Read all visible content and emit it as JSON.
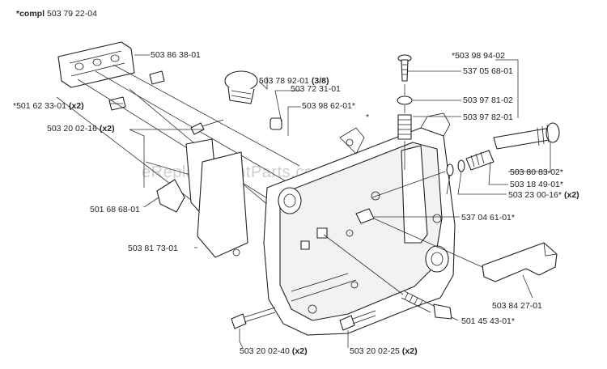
{
  "title": {
    "prefix": "*compl",
    "number": "503 79 22-04"
  },
  "watermark": "eReplacementParts.com",
  "labels": [
    {
      "num": "503 86 38-01",
      "qty": ""
    },
    {
      "num": "503 78 92-01",
      "qty": "(3/8)"
    },
    {
      "num": "503 72 31-01",
      "qty": ""
    },
    {
      "num": "*501 62 33-01",
      "qty": "(x2)"
    },
    {
      "num": "503 98 62-01*",
      "qty": ""
    },
    {
      "num": "503 20 02-16",
      "qty": "(x2)"
    },
    {
      "num": "501 68 68-01",
      "qty": ""
    },
    {
      "num": "503 81 73-01",
      "qty": ""
    },
    {
      "num": "*503 98 94-02",
      "qty": ""
    },
    {
      "num": "537 05 68-01",
      "qty": ""
    },
    {
      "num": "503 97 81-02",
      "qty": ""
    },
    {
      "num": "503 97 82-01",
      "qty": ""
    },
    {
      "num": "503 80 83-02*",
      "qty": ""
    },
    {
      "num": "503 18 49-01*",
      "qty": ""
    },
    {
      "num": "503 23 00-16*",
      "qty": "(x2)"
    },
    {
      "num": "537 04 61-01*",
      "qty": ""
    },
    {
      "num": "503 84 27-01",
      "qty": ""
    },
    {
      "num": "501 45 43-01*",
      "qty": ""
    },
    {
      "num": "503 20 02-40",
      "qty": "(x2)"
    },
    {
      "num": "503 20 02-25",
      "qty": "(x2)"
    }
  ],
  "star_mark": "*"
}
